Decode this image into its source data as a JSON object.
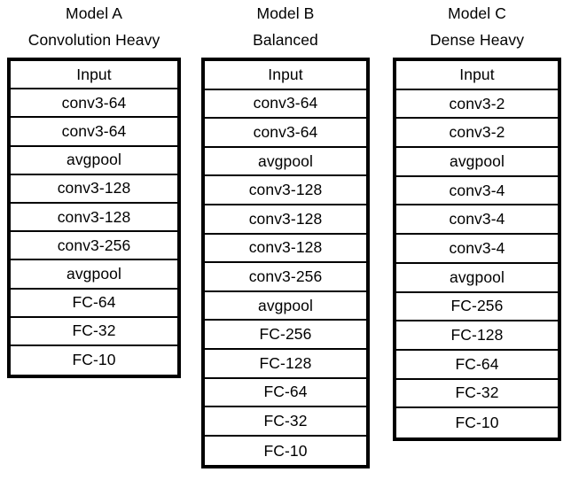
{
  "figure": {
    "background_color": "#ffffff",
    "text_color": "#000000",
    "border_color": "#000000"
  },
  "columns": [
    {
      "id": "a",
      "title": "Model A",
      "subtitle": "Convolution Heavy",
      "layers": [
        "Input",
        "conv3-64",
        "conv3-64",
        "avgpool",
        "conv3-128",
        "conv3-128",
        "conv3-256",
        "avgpool",
        "FC-64",
        "FC-32",
        "FC-10"
      ]
    },
    {
      "id": "b",
      "title": "Model B",
      "subtitle": "Balanced",
      "layers": [
        "Input",
        "conv3-64",
        "conv3-64",
        "avgpool",
        "conv3-128",
        "conv3-128",
        "conv3-128",
        "conv3-256",
        "avgpool",
        "FC-256",
        "FC-128",
        "FC-64",
        "FC-32",
        "FC-10"
      ]
    },
    {
      "id": "c",
      "title": "Model C",
      "subtitle": "Dense Heavy",
      "layers": [
        "Input",
        "conv3-2",
        "conv3-2",
        "avgpool",
        "conv3-4",
        "conv3-4",
        "conv3-4",
        "avgpool",
        "FC-256",
        "FC-128",
        "FC-64",
        "FC-32",
        "FC-10"
      ]
    }
  ]
}
